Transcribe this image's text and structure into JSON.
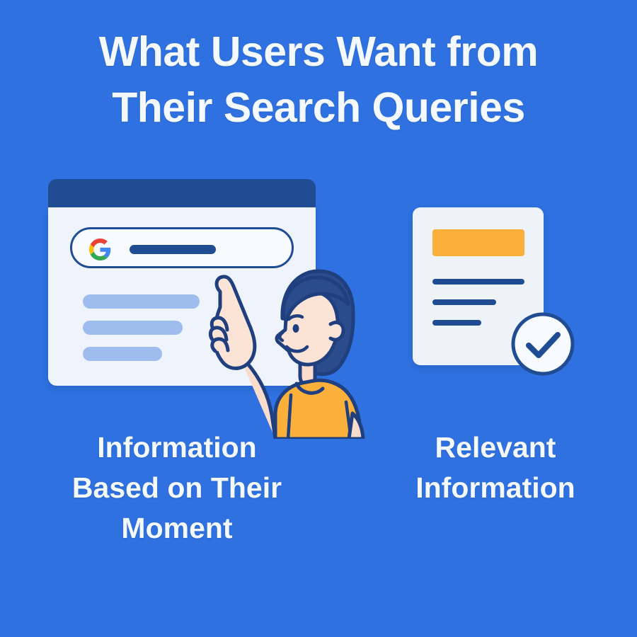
{
  "theme": {
    "background": "#2F71E0",
    "navy": "#1F4C93",
    "card_light": "#EEF3FA",
    "browser_body": "#EEF3FC",
    "result_bar": "#9FBCEF",
    "accent_orange": "#FBB03B",
    "text_white": "#F4F8FF",
    "skin": "#F9DCCB",
    "hair": "#2B4C8C",
    "shirt": "#FBB03B"
  },
  "header": {
    "title_lines": [
      "What Users Want from",
      "Their Search Queries"
    ]
  },
  "left_panel": {
    "caption_lines": [
      "Information",
      "Based on Their",
      "Moment"
    ],
    "browser": {
      "titlebar_name": "browser-titlebar",
      "search_bar": {
        "logo": "google-g-icon",
        "query_value": ""
      },
      "results": [
        {
          "width": 165
        },
        {
          "width": 141
        },
        {
          "width": 112
        }
      ]
    },
    "person": {
      "name": "pointing-person-illustration",
      "pose": "pointing-at-screen"
    }
  },
  "right_panel": {
    "caption_lines": [
      "Relevant",
      "Information"
    ],
    "document": {
      "header_block": "orange-highlight-block",
      "lines": [
        {
          "width": 130
        },
        {
          "width": 90
        },
        {
          "width": 69
        }
      ],
      "badge": "check-circle-icon"
    }
  }
}
